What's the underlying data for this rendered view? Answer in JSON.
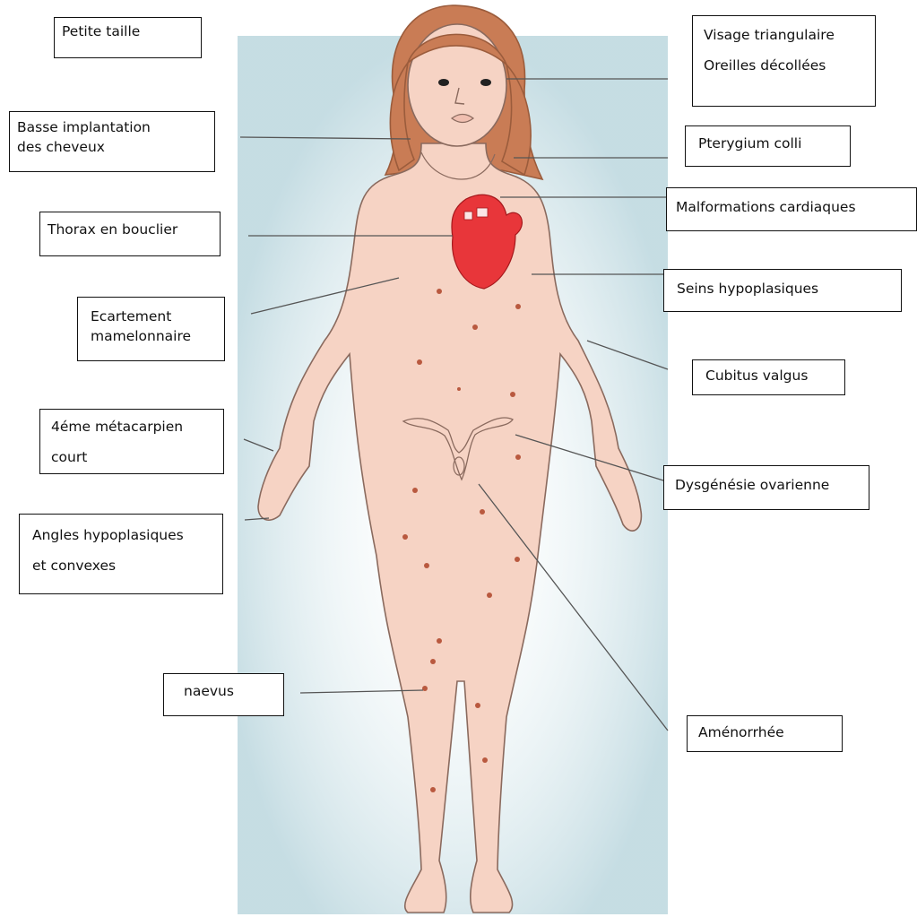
{
  "labels": {
    "petite_taille": "Petite taille",
    "basse_implantation": [
      "Basse implantation",
      "des cheveux"
    ],
    "thorax": "Thorax en bouclier",
    "ecartement": [
      "Ecartement",
      "mamelonnaire"
    ],
    "metacarpien": [
      "4éme métacarpien",
      "court"
    ],
    "angles": [
      "Angles hypoplasiques",
      "et convexes"
    ],
    "naevus": "naevus",
    "visage": "Visage triangulaire",
    "oreilles": "Oreilles décollées",
    "pterygium": "Pterygium colli",
    "malformations": "Malformations  cardiaques",
    "seins": "Seins hypoplasiques",
    "cubitus": "Cubitus valgus",
    "dysgenesie": "Dysgénésie ovarienne",
    "amenorrhee": "Aménorrhée"
  },
  "colors": {
    "skin": "#f6d3c4",
    "skin_outline": "#8a6a5e",
    "hair": "#c97c55",
    "heart": "#e8363a",
    "naevus_dot": "#b9593f",
    "background_glow": "#bfd9e0"
  }
}
